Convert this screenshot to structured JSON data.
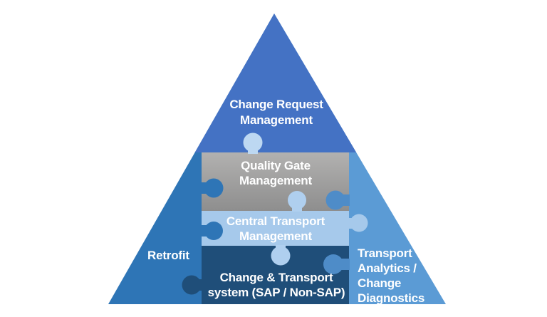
{
  "palette": {
    "background": "#ffffff",
    "apex_blue": "#4472C4",
    "left_blue": "#2E75B6",
    "right_blue": "#5B9BD5",
    "gray_band_top": "#B2B1B0",
    "gray_band_bottom": "#8E8E8E",
    "light_blue_band": "#A6C9EB",
    "navy_band": "#1F4E79",
    "knob_top_light": "#BDD8F2",
    "knob_mid_light": "#AFCFEF",
    "knob_right_blue": "#4E8CC8",
    "text_color": "#FFFFFF"
  },
  "pyramid": {
    "apex_section": {
      "label": "Change Request\nManagement"
    },
    "layers": [
      {
        "id": "quality-gate-management",
        "label": "Quality Gate\nManagement"
      },
      {
        "id": "central-transport-management",
        "label": "Central Transport\nManagement"
      },
      {
        "id": "change-transport-system",
        "label": "Change & Transport\nsystem (SAP / Non-SAP)"
      }
    ],
    "left_section": {
      "label": "Retrofit"
    },
    "right_section": {
      "label": "Transport\nAnalytics /\nChange\nDiagnostics"
    }
  }
}
